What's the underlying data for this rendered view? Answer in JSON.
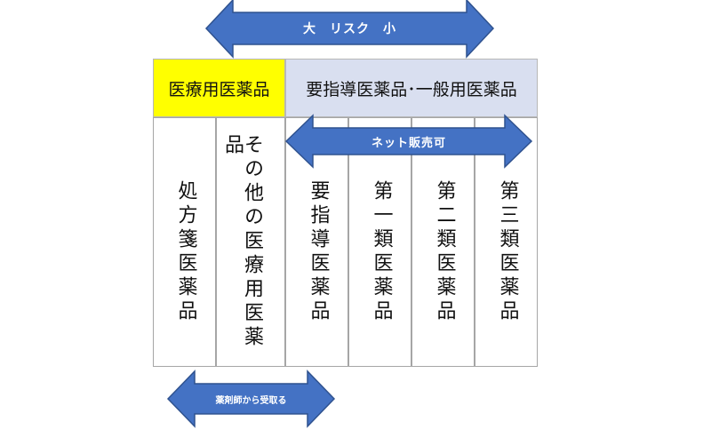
{
  "colors": {
    "arrow_fill": "#4472c4",
    "arrow_stroke": "#2f528f",
    "rx_header_bg": "#ffff00",
    "otc_header_bg": "#d9dff0"
  },
  "arrows": {
    "risk": "大　リスク　小",
    "net": "ネット販売可",
    "pharmacist": "薬剤師から受取る"
  },
  "headers": {
    "rx": "医療用医薬品",
    "otc": "要指導医薬品･一般用医薬品"
  },
  "columns": [
    "処方箋医薬品",
    "その他の医療用医薬品",
    "要指導医薬品",
    "第一類医薬品",
    "第二類医薬品",
    "第三類医薬品"
  ]
}
